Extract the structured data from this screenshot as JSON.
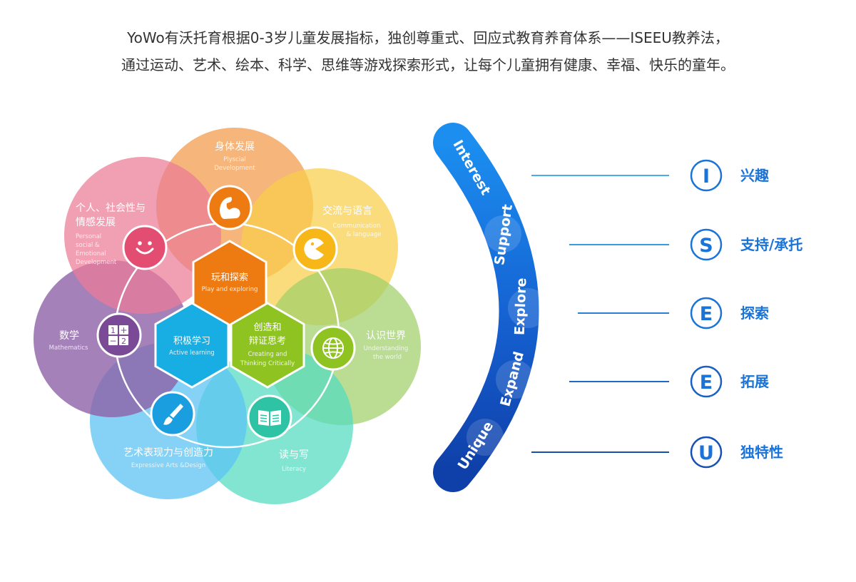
{
  "intro": {
    "line1": "YoWo有沃托育根据0-3岁儿童发展指标，独创尊重式、回应式教育养育体系——ISEEU教养法，",
    "line2": "通过运动、艺术、绘本、科学、思维等游戏探索形式，让每个儿童拥有健康、幸福、快乐的童年。"
  },
  "petals": [
    {
      "title": "身体发展",
      "sub1": "Plyscial",
      "sub2": "Development",
      "color": "#f3a35a",
      "icon": "muscle-arm-icon"
    },
    {
      "title": "交流与语言",
      "sub1": "Communication",
      "sub2": "& language",
      "color": "#f9cf4a",
      "icon": "pacman-icon"
    },
    {
      "title": "认识世界",
      "sub1": "Understanding",
      "sub2": "the world",
      "color": "#9fd06a",
      "icon": "globe-icon"
    },
    {
      "title": "读与写",
      "sub1": "Literacy",
      "sub2": "",
      "color": "#52dbc0",
      "icon": "book-icon"
    },
    {
      "title": "艺术表现力与创造力",
      "sub1": "Expressive Arts &Design",
      "sub2": "",
      "color": "#5cc3f3",
      "icon": "paintbrush-icon"
    },
    {
      "title": "数学",
      "sub1": "Mathematics",
      "sub2": "",
      "color": "#8f62a8",
      "icon": "calculator-icon"
    },
    {
      "title1": "个人、社会性与",
      "title2": "情感发展",
      "sub1": "Personal",
      "sub2": "social &",
      "sub3": "Emotional",
      "sub4": "Development",
      "color": "#ec7b97",
      "icon": "smiley-face-icon"
    }
  ],
  "hexes": [
    {
      "title": "玩和探索",
      "sub": "Play and exploring",
      "color": "#ee7a12"
    },
    {
      "title": "积极学习",
      "sub": "Active learning",
      "color": "#18aee4"
    },
    {
      "title1": "创造和",
      "title2": "辩证思考",
      "sub1": "Creating and",
      "sub2": "Thinking Critically",
      "color": "#8ec321"
    }
  ],
  "calc_symbols": {
    "one": "1",
    "plus": "+",
    "minus": "−",
    "two": "2"
  },
  "arc": {
    "colors": [
      "#1b8ef0",
      "#1560d0",
      "#0f3fa8"
    ],
    "words": [
      "Interest",
      "Support",
      "Explore",
      "Expand",
      "Unique"
    ]
  },
  "rows": [
    {
      "letter": "I",
      "label": "兴趣"
    },
    {
      "letter": "S",
      "label": "支持/承托"
    },
    {
      "letter": "E",
      "label": "探索"
    },
    {
      "letter": "E",
      "label": "拓展"
    },
    {
      "letter": "U",
      "label": "独特性"
    }
  ],
  "row_color": "#1a73d8"
}
